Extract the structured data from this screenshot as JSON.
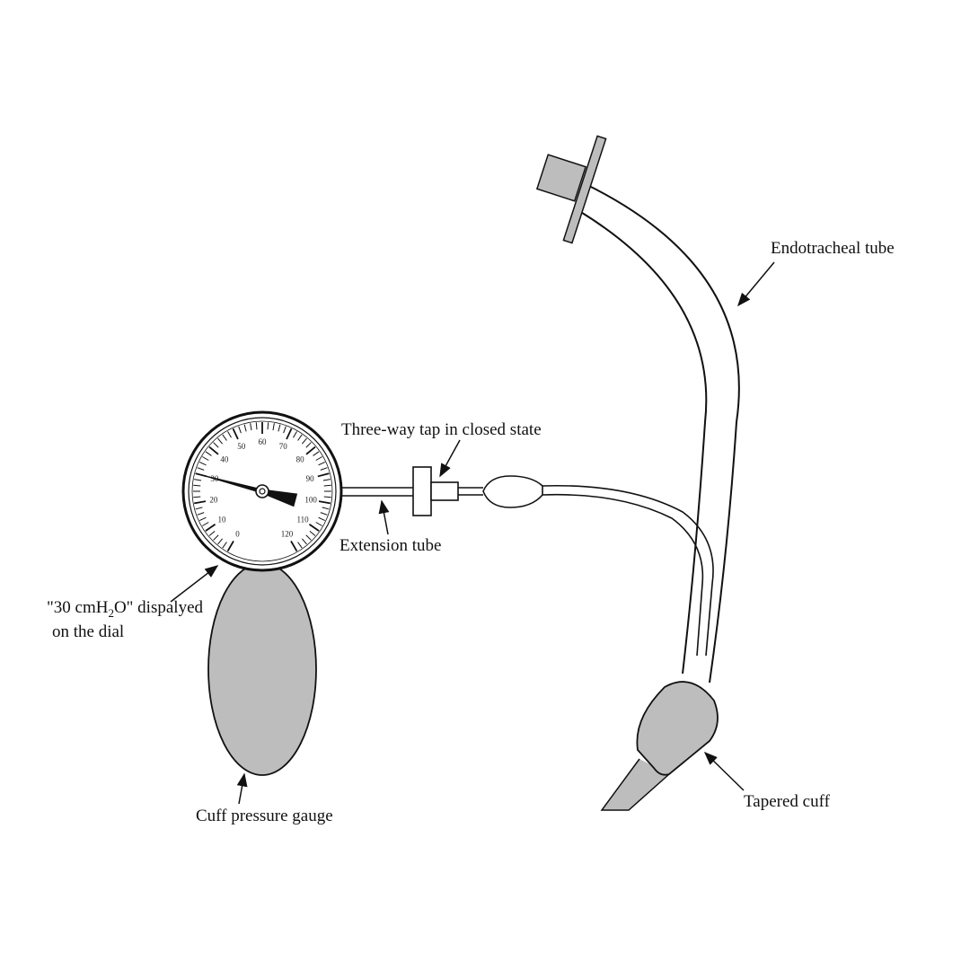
{
  "labels": {
    "endotracheal_tube": "Endotracheal tube",
    "three_way_tap": "Three-way tap in closed state",
    "extension_tube": "Extension tube",
    "dial_note_line1_pre": "\"30 cmH",
    "dial_note_line1_sub": "2",
    "dial_note_line1_post": "O\" dispalyed",
    "dial_note_line2": "on the dial",
    "cuff_pressure_gauge": "Cuff pressure gauge",
    "tapered_cuff": "Tapered cuff"
  },
  "gauge": {
    "min": 0,
    "max": 120,
    "reading": 30,
    "major_labels": [
      "0",
      "10",
      "20",
      "30",
      "40",
      "50",
      "60",
      "70",
      "80",
      "90",
      "100",
      "110",
      "120"
    ]
  },
  "colors": {
    "line": "#111111",
    "fill_gray": "#bdbdbd",
    "background": "#ffffff"
  }
}
